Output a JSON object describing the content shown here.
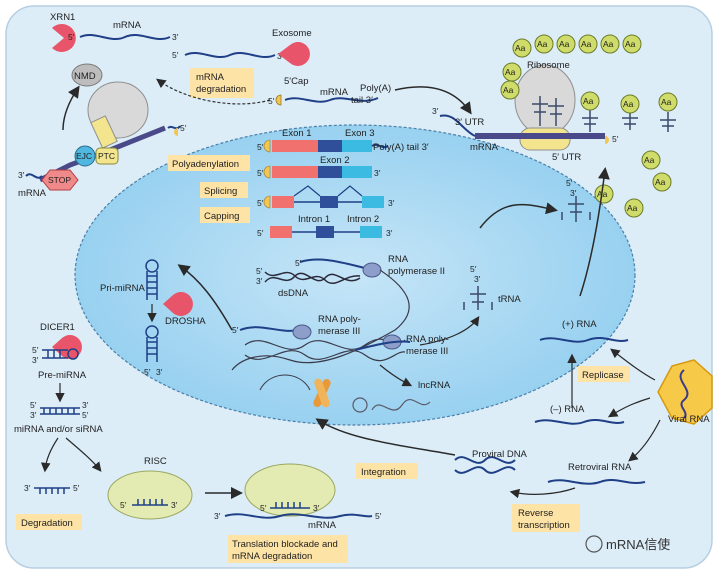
{
  "cytoplasm_labels": {
    "xrn1": "XRN1",
    "mrna_top": "mRNA",
    "exosome": "Exosome",
    "nmd": "NMD",
    "ejc": "EJC",
    "ptc": "PTC",
    "stop": "STOP",
    "mrna_left": "mRNA",
    "five_cap": "5′Cap",
    "mrna_cap": "mRNA",
    "polya_tail": "Poly(A)",
    "tail3": "tail 3′",
    "ribosome": "Ribosome",
    "aa": "Aa",
    "utr3": "3′ UTR",
    "mrna_ribo": "mRNA",
    "utr5": "5′ UTR",
    "trna": "tRNA",
    "dicer1": "DICER1",
    "pre_mirna": "Pre-miRNA",
    "mirna_sirna": "miRNA and/or siRNA",
    "risc": "RISC",
    "mrna_risc": "mRNA",
    "proviral_dna": "Proviral DNA",
    "retroviral_rna": "Retroviral RNA",
    "viral_rna": "Viral RNA",
    "plus_rna": "(+) RNA",
    "minus_rna": "(–) RNA",
    "three_prime": "3′",
    "five_prime": "5′"
  },
  "nucleus_labels": {
    "exon1": "Exon 1",
    "exon2": "Exon 2",
    "exon3": "Exon 3",
    "polya_tail3": "Poly(A) tail 3′",
    "intron1": "Intron 1",
    "intron2": "Intron 2",
    "pri_mirna": "Pri-miRNA",
    "drosha": "DROSHA",
    "dsdna": "dsDNA",
    "rnapol2_a": "RNA",
    "rnapol2_b": "polymerase II",
    "rnapol3_a": "RNA poly-",
    "rnapol3_b": "merase III",
    "rnapol3b_a": "RNA poly-",
    "rnapol3b_b": "merase III",
    "lncrna": "lncRNA"
  },
  "process_boxes": {
    "mrna_degradation_a": "mRNA",
    "mrna_degradation_b": "degradation",
    "polyadenylation": "Polyadenylation",
    "splicing": "Splicing",
    "capping": "Capping",
    "replicase": "Replicase",
    "integration": "Integration",
    "degradation": "Degradation",
    "reverse_a": "Reverse",
    "reverse_b": "transcription",
    "translation_a": "Translation blockade and",
    "translation_b": "mRNA degradation"
  },
  "watermark": "mRNA信使",
  "colors": {
    "cytoplasm": "#dcedf8",
    "nucleus": "#a9d6f1",
    "process_box": "#fde3a6",
    "exon_red": "#f1716f",
    "exon_blue": "#2f4f9a",
    "exon_cyan": "#3bbbe2",
    "aa_green": "#cfdc6a",
    "risc_green": "#e3eab2",
    "rna_line": "#1f3f86",
    "enzyme_pink": "#e8546a",
    "stop_red": "#f08a8a"
  }
}
